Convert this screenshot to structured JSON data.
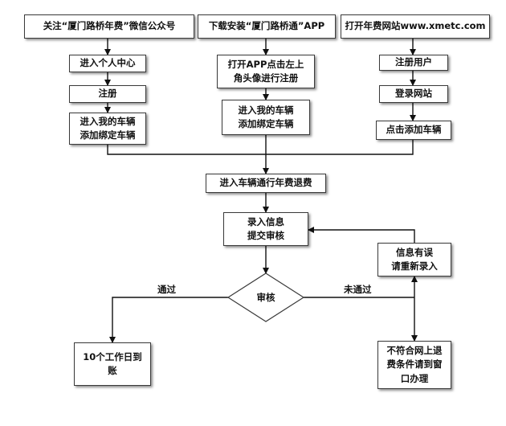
{
  "nodes": {
    "wechat": "关注“厦门路桥年费”微信公众号",
    "app": "下载安装“厦门路桥通”APP",
    "website": "打开年费网站www.xmetc.com",
    "wechat_personal_center": "进入个人中心",
    "wechat_register": "注册",
    "wechat_bind_vehicle": "进入我的车辆\n添加绑定车辆",
    "app_register": "打开APP点击左上\n角头像进行注册",
    "app_bind_vehicle": "进入我的车辆\n添加绑定车辆",
    "web_register": "注册用户",
    "web_login": "登录网站",
    "web_add_vehicle": "点击添加车辆",
    "refund_entry": "进入车辆通行年费退费",
    "enter_info": "录入信息\n提交审核",
    "review": "审核",
    "info_error": "信息有误\n请重新录入",
    "paid_out": "10个工作日到\n账",
    "not_eligible": "不符合网上退\n费条件请到窗\n口办理"
  },
  "edge_labels": {
    "pass": "通过",
    "fail": "未通过"
  }
}
